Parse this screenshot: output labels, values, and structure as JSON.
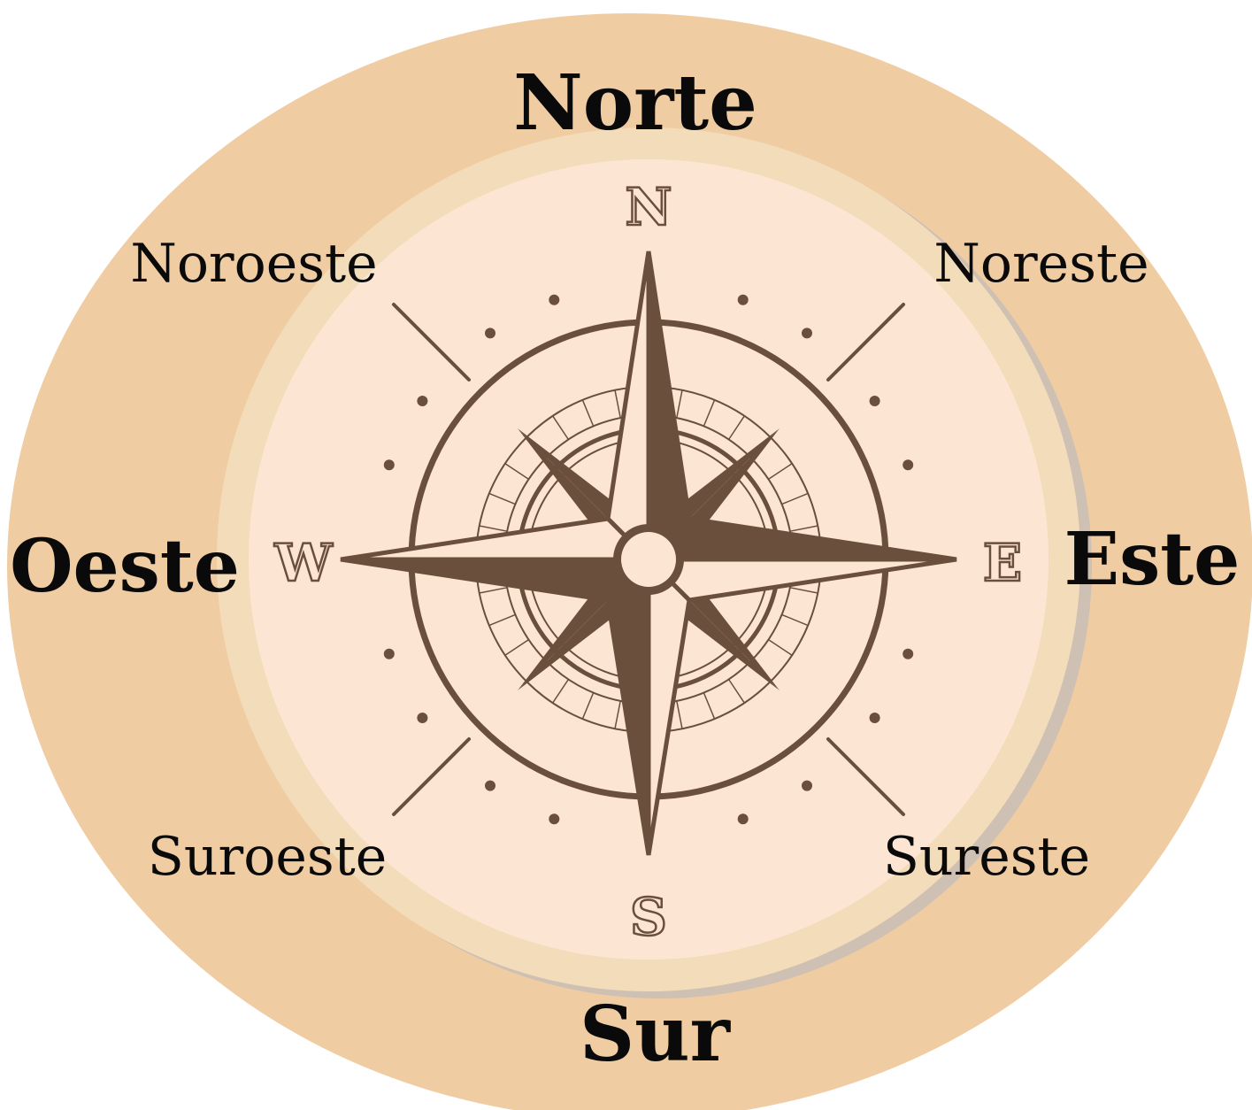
{
  "colors": {
    "outer_ring": "#f0cca2",
    "inner_rim": "#f3dcb9",
    "rim_shadow": "#cfc0b4",
    "dial_face": "#fde5d4",
    "ink": "#6a4f3d",
    "label_text": "#0a0a0a"
  },
  "labels": {
    "north": "Norte",
    "south": "Sur",
    "east": "Este",
    "west": "Oeste",
    "northwest": "Noroeste",
    "northeast": "Noreste",
    "southwest": "Suroeste",
    "southeast": "Sureste"
  },
  "rose_letters": {
    "n": "N",
    "s": "S",
    "e": "E",
    "w": "W"
  },
  "icons": {
    "rose": "compass-rose-icon",
    "needle": "eight-point-star-icon"
  }
}
